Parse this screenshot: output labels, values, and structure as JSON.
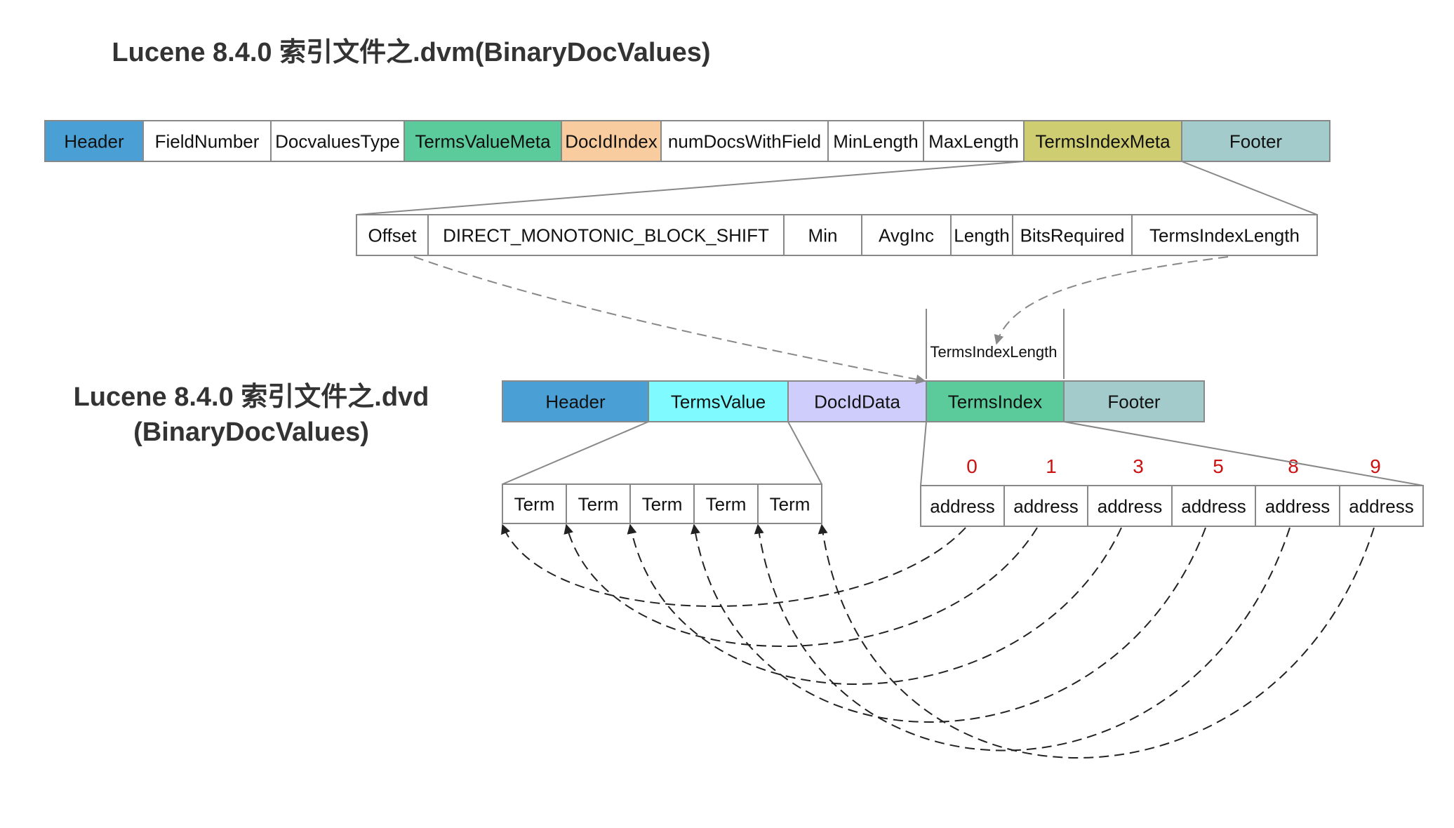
{
  "dvm": {
    "title": "Lucene 8.4.0 索引文件之.dvm(BinaryDocValues)",
    "cells": [
      {
        "label": "Header",
        "color": "#4a9fd5"
      },
      {
        "label": "FieldNumber",
        "color": "#ffffff"
      },
      {
        "label": "DocvaluesType",
        "color": "#ffffff"
      },
      {
        "label": "TermsValueMeta",
        "color": "#5ccb9b"
      },
      {
        "label": "DocIdIndex",
        "color": "#f8cc9f"
      },
      {
        "label": "numDocsWithField",
        "color": "#ffffff"
      },
      {
        "label": "MinLength",
        "color": "#ffffff"
      },
      {
        "label": "MaxLength",
        "color": "#ffffff"
      },
      {
        "label": "TermsIndexMeta",
        "color": "#cfcd72"
      },
      {
        "label": "Footer",
        "color": "#a3cbcb"
      }
    ],
    "terms_index_meta": [
      "Offset",
      "DIRECT_MONOTONIC_BLOCK_SHIFT",
      "Min",
      "AvgInc",
      "Length",
      "BitsRequired",
      "TermsIndexLength"
    ]
  },
  "dvd": {
    "title_line1": "Lucene 8.4.0 索引文件之.dvd",
    "title_line2": "(BinaryDocValues)",
    "cells": [
      {
        "label": "Header",
        "color": "#4a9fd5"
      },
      {
        "label": "TermsValue",
        "color": "#7ffbff"
      },
      {
        "label": "DocIdData",
        "color": "#cfcdfb"
      },
      {
        "label": "TermsIndex",
        "color": "#5ccb9b"
      },
      {
        "label": "Footer",
        "color": "#a3cbcb"
      }
    ],
    "terms_index_length_label": "TermsIndexLength",
    "terms": [
      "Term",
      "Term",
      "Term",
      "Term",
      "Term"
    ],
    "address_indices": [
      "0",
      "1",
      "3",
      "5",
      "8",
      "9"
    ],
    "addresses": [
      "address",
      "address",
      "address",
      "address",
      "address",
      "address"
    ]
  },
  "colors": {
    "stroke": "#888888",
    "index_label": "#cc1111",
    "arrow": "#222222"
  }
}
